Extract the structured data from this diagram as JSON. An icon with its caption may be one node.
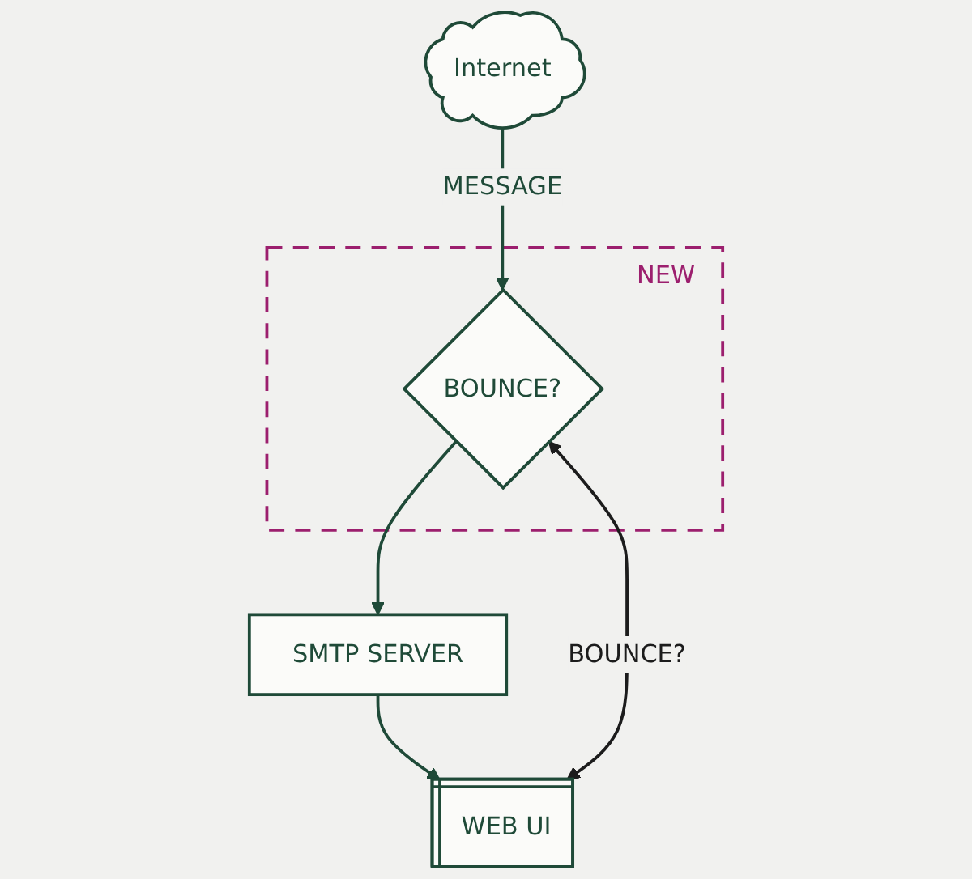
{
  "diagram": {
    "nodes": [
      {
        "text": [
          "Internet"
        ]
      },
      {
        "text": [
          "NEW"
        ]
      },
      {
        "text": [
          "BOUNCE?"
        ],
        "in": 1
      },
      {
        "text": [
          "SMTP SERVER"
        ]
      },
      {
        "text": [
          "WEB UI"
        ]
      }
    ],
    "edges": [
      {
        "from": 0,
        "to": 2,
        "arrow": "to",
        "label": "MESSAGE"
      },
      {
        "from": 2,
        "to": 3,
        "arrow": "to"
      },
      {
        "from": 3,
        "to": 4,
        "arrow": "to"
      },
      {
        "from": 4,
        "to": 2,
        "arrow": "both",
        "label": "BOUNCE?",
        "color": "#1c1c1c"
      }
    ]
  }
}
